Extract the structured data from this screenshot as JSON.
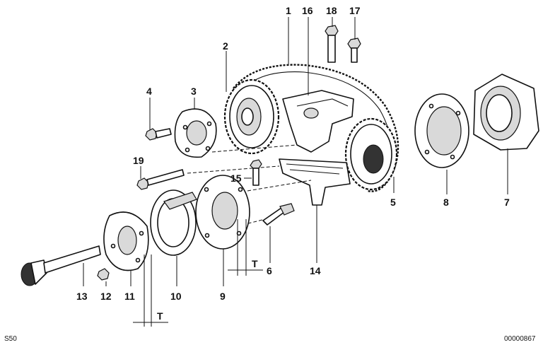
{
  "callouts": {
    "c1": "1",
    "c2": "2",
    "c3": "3",
    "c4": "4",
    "c5": "5",
    "c6": "6",
    "c7": "7",
    "c8": "8",
    "c9": "9",
    "c10": "10",
    "c11": "11",
    "c12": "12",
    "c13": "13",
    "c14": "14",
    "c15": "15",
    "c16": "16",
    "c17": "17",
    "c18": "18",
    "c19": "19",
    "t_upper": "T",
    "t_lower": "T"
  },
  "corner": {
    "model_code": "S50",
    "drawing_number": "00000867"
  },
  "colors": {
    "ink": "#111111",
    "paper": "#ffffff",
    "shade": "#d9d9d9"
  }
}
